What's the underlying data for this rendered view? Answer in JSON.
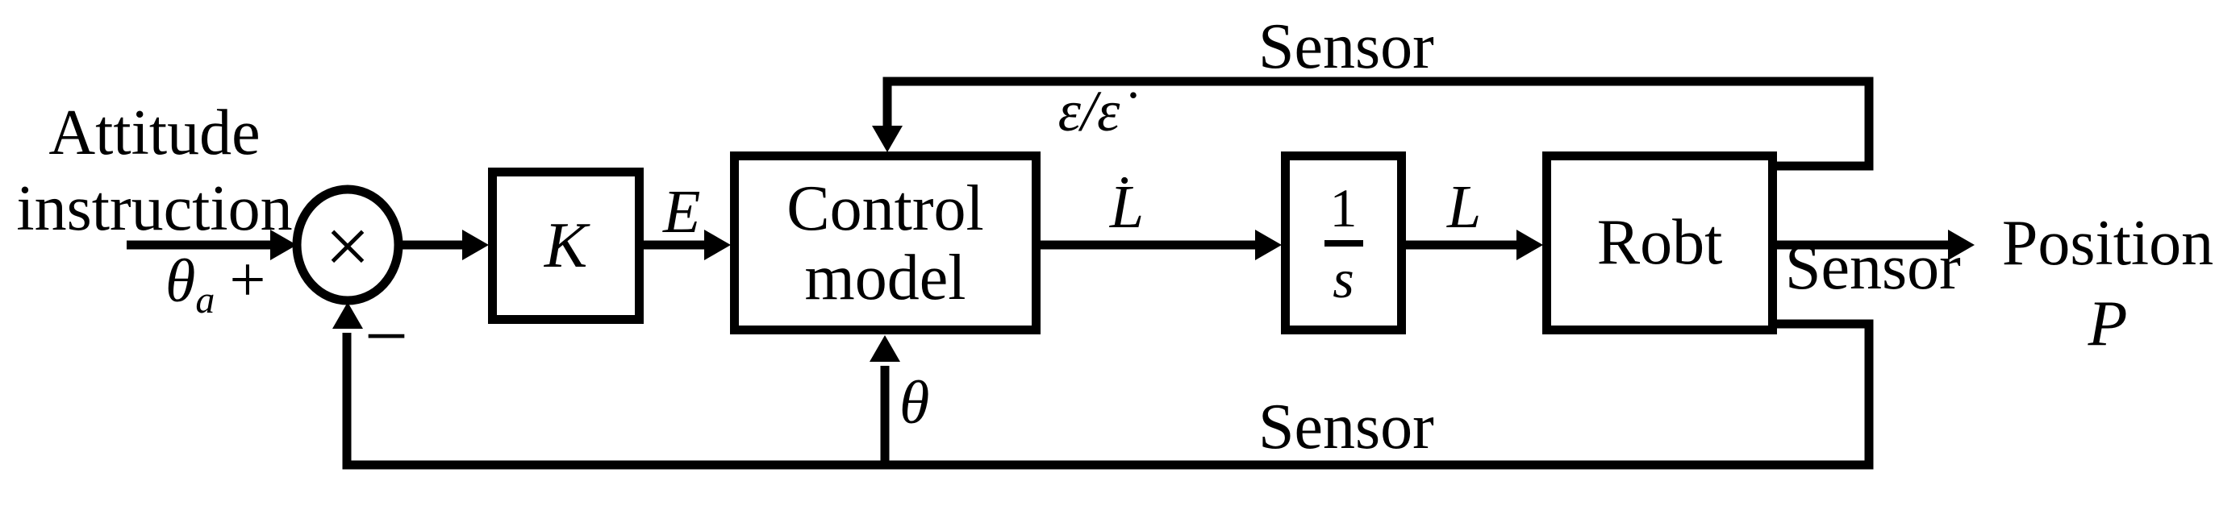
{
  "figure": {
    "background": "#ffffff",
    "stroke_color": "#000000",
    "input_label_line1": "Attitude",
    "input_label_line2": "instruction",
    "input_signal": "θ",
    "input_signal_subscript": "a",
    "plus_sign": "+",
    "minus_sign": "−",
    "multiply_sign": "×",
    "gain_block": "K",
    "controller_line1": "Control",
    "controller_line2": "model",
    "integrator_numerator": "1",
    "integrator_denominator": "s",
    "plant_block": "Robt",
    "error_signal": "E",
    "feedback_top_signal": "ε/ε̇",
    "rate_signal": "L̇",
    "length_signal": "L",
    "theta_signal": "θ",
    "sensor_top": "Sensor",
    "sensor_middle": "Sensor",
    "sensor_bottom": "Sensor",
    "output_label_line1": "Position",
    "output_label_line2": "P"
  }
}
